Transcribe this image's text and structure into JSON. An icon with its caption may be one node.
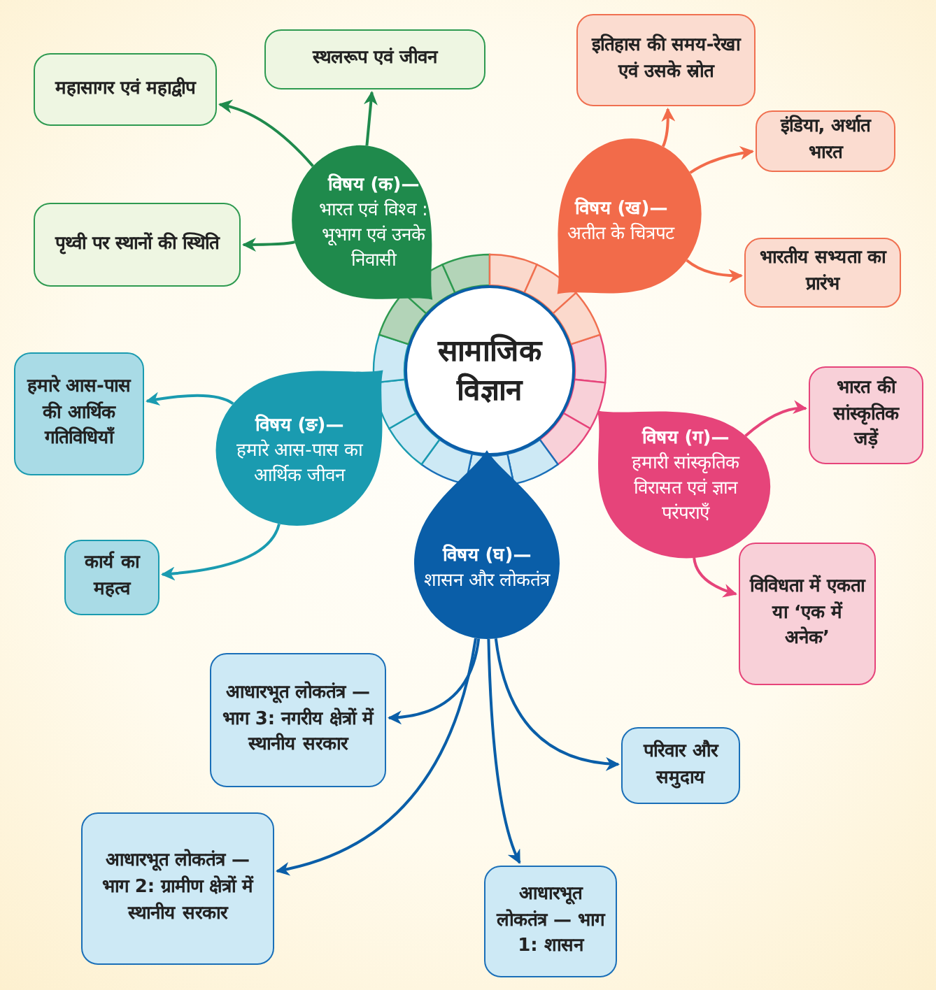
{
  "diagram": {
    "nodes": [
      {
        "text": [
          "सामाजिक विज्ञान"
        ]
      },
      {
        "text": [
          "विषय (क)—",
          "भारत एवं विश्व : भूभाग एवं उनके निवासी"
        ]
      },
      {
        "text": [
          "महासागर एवं महाद्वीप"
        ]
      },
      {
        "text": [
          "स्थलरूप एवं जीवन"
        ]
      },
      {
        "text": [
          "पृथ्वी पर स्थानों की स्थिति"
        ]
      },
      {
        "text": [
          "विषय (ख)—",
          "अतीत के चित्रपट"
        ]
      },
      {
        "text": [
          "इतिहास की समय-रेखा एवं उसके स्रोत"
        ]
      },
      {
        "text": [
          "इंडिया, अर्थात भारत"
        ]
      },
      {
        "text": [
          "भारतीय सभ्यता का प्रारंभ"
        ]
      },
      {
        "text": [
          "विषय (ग)—",
          "हमारी सांस्कृतिक विरासत एवं ज्ञान परंपराएँ"
        ]
      },
      {
        "text": [
          "भारत की सांस्कृतिक जड़ें"
        ]
      },
      {
        "text": [
          "विविधता में एकता या ‘एक में अनेक’"
        ]
      },
      {
        "text": [
          "विषय (घ)—",
          "शासन और लोकतंत्र"
        ]
      },
      {
        "text": [
          "आधारभूत लोकतंत्र — भाग 3: नगरीय क्षेत्रों में स्थानीय सरकार"
        ]
      },
      {
        "text": [
          "परिवार और समुदाय"
        ]
      },
      {
        "text": [
          "आधारभूत लोकतंत्र — भाग 2: ग्रामीण क्षेत्रों में स्थानीय सरकार"
        ]
      },
      {
        "text": [
          "आधारभूत लोकतंत्र — भाग 1: शासन"
        ]
      },
      {
        "text": [
          "विषय (ङ)—",
          "हमारे आस-पास का आर्थिक जीवन"
        ]
      },
      {
        "text": [
          "हमारे आस-पास की आर्थिक गतिविधियाँ"
        ]
      },
      {
        "text": [
          "कार्य का महत्व"
        ]
      }
    ],
    "edges": [
      {
        "from": 1,
        "to": 2,
        "arrow": "to",
        "color": "#1f8a4c"
      },
      {
        "from": 1,
        "to": 3,
        "arrow": "to",
        "color": "#1f8a4c"
      },
      {
        "from": 1,
        "to": 4,
        "arrow": "to",
        "color": "#1f8a4c"
      },
      {
        "from": 5,
        "to": 6,
        "arrow": "to",
        "color": "#f26b4a"
      },
      {
        "from": 5,
        "to": 7,
        "arrow": "to",
        "color": "#f26b4a"
      },
      {
        "from": 5,
        "to": 8,
        "arrow": "to",
        "color": "#f26b4a"
      },
      {
        "from": 9,
        "to": 10,
        "arrow": "to",
        "color": "#e6447a"
      },
      {
        "from": 9,
        "to": 11,
        "arrow": "to",
        "color": "#e6447a"
      },
      {
        "from": 12,
        "to": 13,
        "arrow": "to",
        "color": "#0a5ea8"
      },
      {
        "from": 12,
        "to": 15,
        "arrow": "to",
        "color": "#0a5ea8"
      },
      {
        "from": 12,
        "to": 16,
        "arrow": "to",
        "color": "#0a5ea8"
      },
      {
        "from": 12,
        "to": 14,
        "arrow": "to",
        "color": "#0a5ea8"
      },
      {
        "from": 17,
        "to": 18,
        "arrow": "to",
        "color": "#1a9bb0"
      },
      {
        "from": 17,
        "to": 19,
        "arrow": "to",
        "color": "#1a9bb0"
      }
    ]
  }
}
